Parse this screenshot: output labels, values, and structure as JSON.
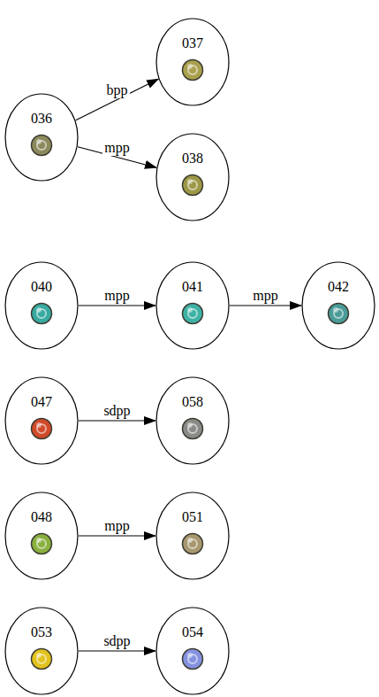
{
  "diagram": {
    "nodes": [
      {
        "text": [
          "036"
        ]
      },
      {
        "text": [
          "037"
        ]
      },
      {
        "text": [
          "038"
        ]
      },
      {
        "text": [
          "040"
        ]
      },
      {
        "text": [
          "041"
        ]
      },
      {
        "text": [
          "042"
        ]
      },
      {
        "text": [
          "047"
        ]
      },
      {
        "text": [
          "058"
        ]
      },
      {
        "text": [
          "048"
        ]
      },
      {
        "text": [
          "051"
        ]
      },
      {
        "text": [
          "053"
        ]
      },
      {
        "text": [
          "054"
        ]
      }
    ],
    "edges": [
      {
        "from": 0,
        "to": 1,
        "arrow": "to",
        "label": "bpp"
      },
      {
        "from": 0,
        "to": 2,
        "arrow": "to",
        "label": "mpp"
      },
      {
        "from": 3,
        "to": 4,
        "arrow": "to",
        "label": "mpp"
      },
      {
        "from": 4,
        "to": 5,
        "arrow": "to",
        "label": "mpp"
      },
      {
        "from": 6,
        "to": 7,
        "arrow": "to",
        "label": "sdpp"
      },
      {
        "from": 8,
        "to": 9,
        "arrow": "to",
        "label": "mpp"
      },
      {
        "from": 10,
        "to": 11,
        "arrow": "to",
        "label": "sdpp"
      }
    ]
  }
}
